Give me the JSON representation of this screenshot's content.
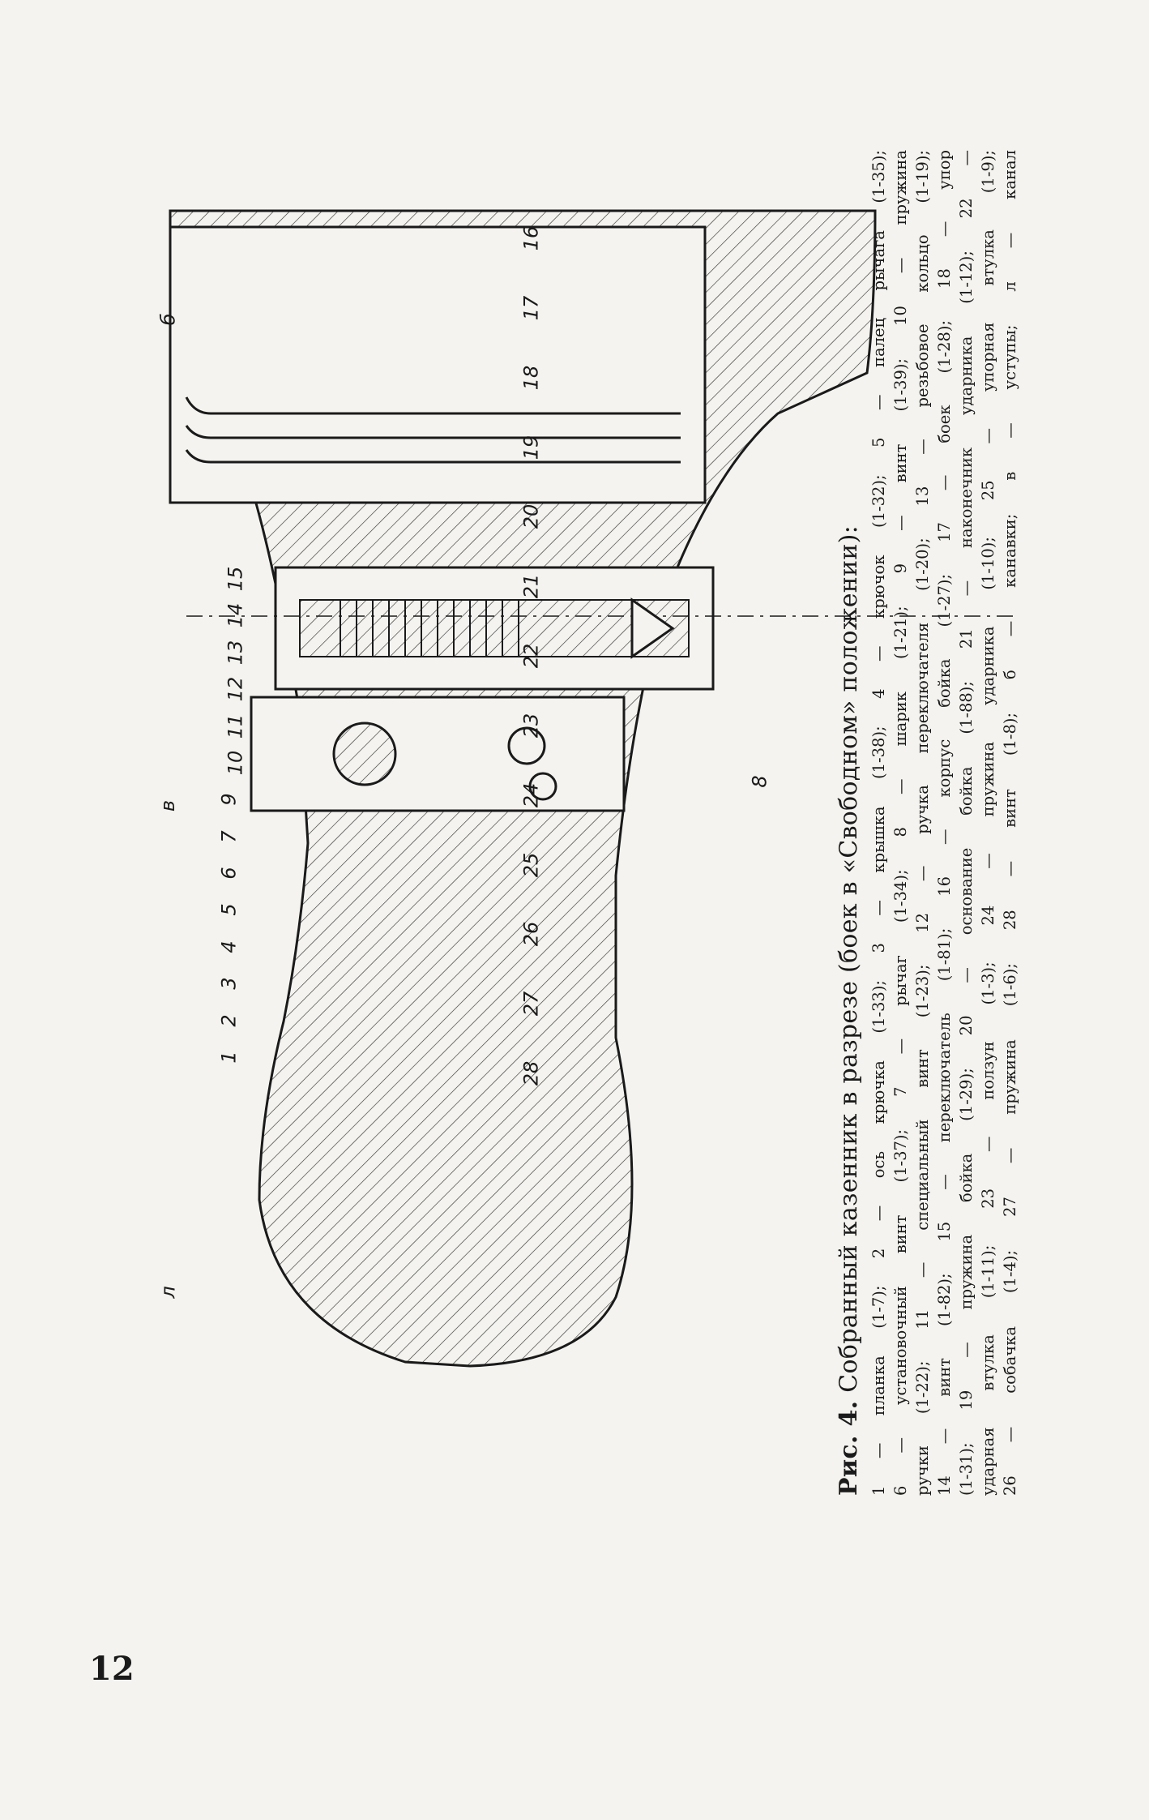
{
  "page_number": "12",
  "figure": {
    "label": "Рис. 4.",
    "title": "Собранный казенник в разрезе (боек в «Свободном» положении):",
    "legend_lines": [
      "1 — планка (1-7); 2 — ось крючка (1-33); 3 — крышка (1-38); 4 — крючок (1-32); 5 — палец рычага (1-35);",
      "6 — установочный винт (1-37); 7 — рычаг (1-34); 8 — шарик (1-21); 9 — винт (1-39); 10 — пружина",
      "ручки (1-22); 11 — специальный винт (1-23); 12 — ручка переключателя (1-20); 13 — резьбовое кольцо (1-19);",
      "14 — винт (1-82); 15 — переключатель (1-81); 16 — корпус бойка (1-27); 17 — боек (1-28); 18 — упор",
      "(1-31); 19 — пружина бойка (1-29); 20 — основание бойка (1-88); 21 — наконечник ударника (1-12); 22 —",
      "ударная втулка (1-11); 23 — ползун (1-3); 24 — пружина ударника (1-10); 25 — упорная втулка (1-9);",
      "26 — собачка (1-4); 27 — пружина (1-6); 28 — винт (1-8); б — канавки; в — уступы; л — канал"
    ]
  },
  "callouts": {
    "left_top": [
      "1",
      "2",
      "3",
      "4",
      "5",
      "6",
      "7",
      "9",
      "10",
      "11",
      "12",
      "13",
      "14",
      "15"
    ],
    "left_mid": [
      "8"
    ],
    "right": [
      "16",
      "17",
      "18",
      "19",
      "20",
      "21",
      "22",
      "23",
      "24",
      "25",
      "26",
      "27",
      "28"
    ],
    "letters": [
      "б",
      "в",
      "л"
    ]
  },
  "colors": {
    "ink": "#1a1a1a",
    "paper": "#f4f3ef"
  }
}
